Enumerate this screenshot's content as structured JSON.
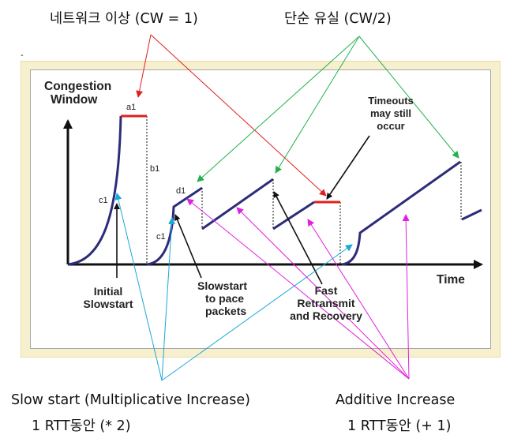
{
  "annotations": {
    "top_left": "네트워크 이상 (CW = 1)",
    "top_right": "단순 유실 (CW/2)",
    "bottom_left_line1": "Slow start (Multiplicative Increase)",
    "bottom_left_line2": "1 RTT동안 (* 2)",
    "bottom_right_line1": "Additive Increase",
    "bottom_right_line2": "1 RTT동안 (+ 1)",
    "mark": "-"
  },
  "diagram": {
    "y_axis_label_1": "Congestion",
    "y_axis_label_2": "Window",
    "x_axis_label": "Time",
    "point_a1": "a1",
    "point_b1": "b1",
    "point_c1_upper": "c1",
    "point_c1_lower": "c1",
    "point_d1": "d1",
    "timeouts_1": "Timeouts",
    "timeouts_2": "may still",
    "timeouts_3": "occur",
    "initial_1": "Initial",
    "initial_2": "Slowstart",
    "slowstart_1": "Slowstart",
    "slowstart_2": "to pace",
    "slowstart_3": "packets",
    "fast_1": "Fast",
    "fast_2": "Retransmit",
    "fast_3": "and Recovery"
  },
  "colors": {
    "curve": "#2c2c7a",
    "timeout_marker": "#e02020",
    "red_arrow": "#e02020",
    "green_arrow": "#22b14c",
    "cyan_arrow": "#1aa8d8",
    "magenta_arrow": "#e020e0",
    "frame": "#f7f0cf"
  }
}
